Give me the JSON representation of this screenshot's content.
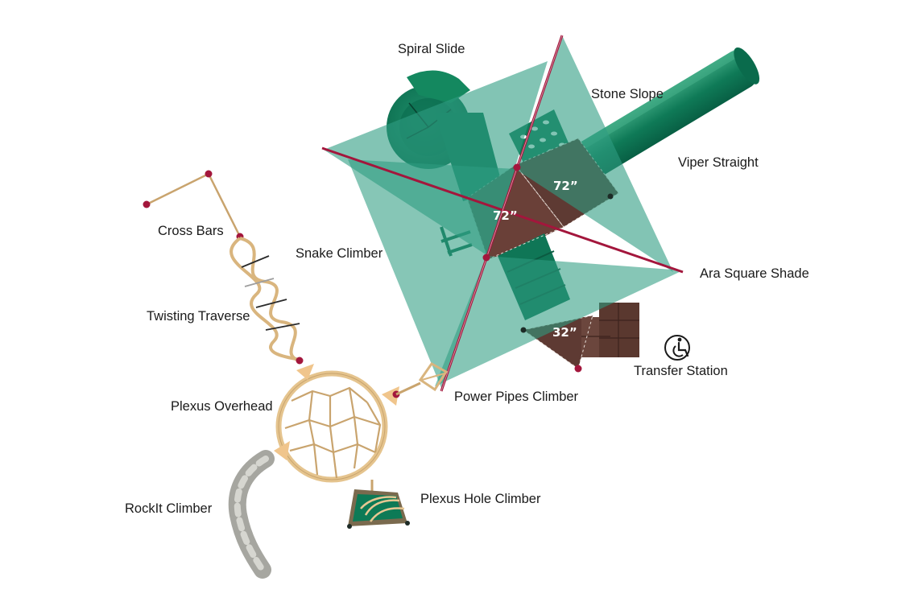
{
  "labels": {
    "spiral_slide": "Spiral Slide",
    "stone_slope": "Stone Slope",
    "viper_straight": "Viper Straight",
    "ara_square_shade": "Ara Square Shade",
    "snake_climber": "Snake Climber",
    "cross_bars": "Cross Bars",
    "twisting_traverse": "Twisting Traverse",
    "transfer_station": "Transfer Station",
    "power_pipes_climber": "Power Pipes Climber",
    "plexus_overhead": "Plexus Overhead",
    "rockit_climber": "RockIt Climber",
    "plexus_hole_climber": "Plexus Hole Climber"
  },
  "dimensions": {
    "deck_upper": "72”",
    "deck_center": "72”",
    "deck_transfer": "32”"
  },
  "icons": {
    "accessibility": "wheelchair-icon"
  },
  "colors": {
    "slide_green": "#0e7d5c",
    "shade_green": "#2f9c82",
    "post_red": "#a3163c",
    "deck_brown": "#5e3a33",
    "rope_tan": "#e7c792",
    "rock_gray": "#a6a6a0"
  }
}
